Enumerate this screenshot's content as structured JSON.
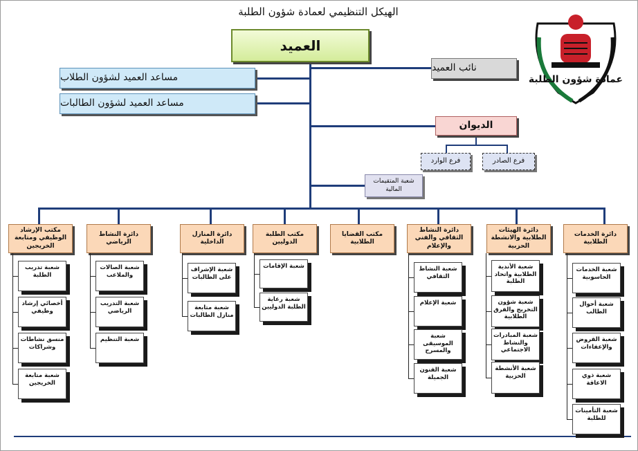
{
  "title": "الهيكل التنظيمي لعمادة شؤون الطلبة",
  "top": {
    "dean": "العميد",
    "vice_dean": "نائب العميد",
    "assistant_students": "مساعد العميد لشؤون الطلاب",
    "assistant_female": "مساعد العميد لشؤون الطالبات",
    "diwan": "الديوان",
    "incoming": "فرع الوارد",
    "outgoing": "فرع الصادر",
    "finance": "شعبة المتقيمات المالية"
  },
  "logo": {
    "text": "عمادة شؤون الطلبة",
    "colors": {
      "red": "#c8202a",
      "green": "#1a7a3a",
      "black": "#111111"
    }
  },
  "departments": [
    {
      "label": "مكتب الإرشاد الوظيفي ومتابعة الخريجين",
      "sections": [
        "شعبة تدريب الطلبة",
        "أخصائي إرشاد وظيفي",
        "منسق نشاطات وشراكات",
        "شعبة متابعة الخريجين"
      ]
    },
    {
      "label": "دائرة النشاط الرياضي",
      "sections": [
        "شعبة الصالات والملاعب",
        "شعبة التدريب الرياضي",
        "شعبة التنظيم"
      ]
    },
    {
      "label": "دائرة المنازل الداخلية",
      "sections": [
        "شعبة الإشراف على الطالبات",
        "شعبة متابعة منازل الطالبات"
      ]
    },
    {
      "label": "مكتب الطلبة الدوليين",
      "sections": [
        "شعبة الإقامات",
        "شعبة رعاية الطلبة الدوليين"
      ]
    },
    {
      "label": "مكتب القضايا الطلابية",
      "sections": []
    },
    {
      "label": "دائرة النشاط الثقافي والفني والإعلام",
      "sections": [
        "شعبة النشاط الثقافي",
        "شعبة الإعلام",
        "شعبة الموسيقى والمسرح",
        "شعبة الفنون الجميلة"
      ]
    },
    {
      "label": "دائرة الهيئات الطلابية والانشطة الحزبية",
      "sections": [
        "شعبة الأندية الطلابية واتحاد الطلبة",
        "شعبة شؤون التخريج والفرق الطلابية",
        "شعبة المبادرات والنشاط الاجتماعي",
        "شعبة الأنشطة الحزبية"
      ]
    },
    {
      "label": "دائرة الخدمات الطلابية",
      "sections": [
        "شعبة الخدمات الحاسوبية",
        "شعبة أحوال الطالب",
        "شعبة القروض والإعفاءات",
        "شعبة ذوي الاعاقة",
        "شعبة التأمينات للطلبة"
      ]
    }
  ]
}
